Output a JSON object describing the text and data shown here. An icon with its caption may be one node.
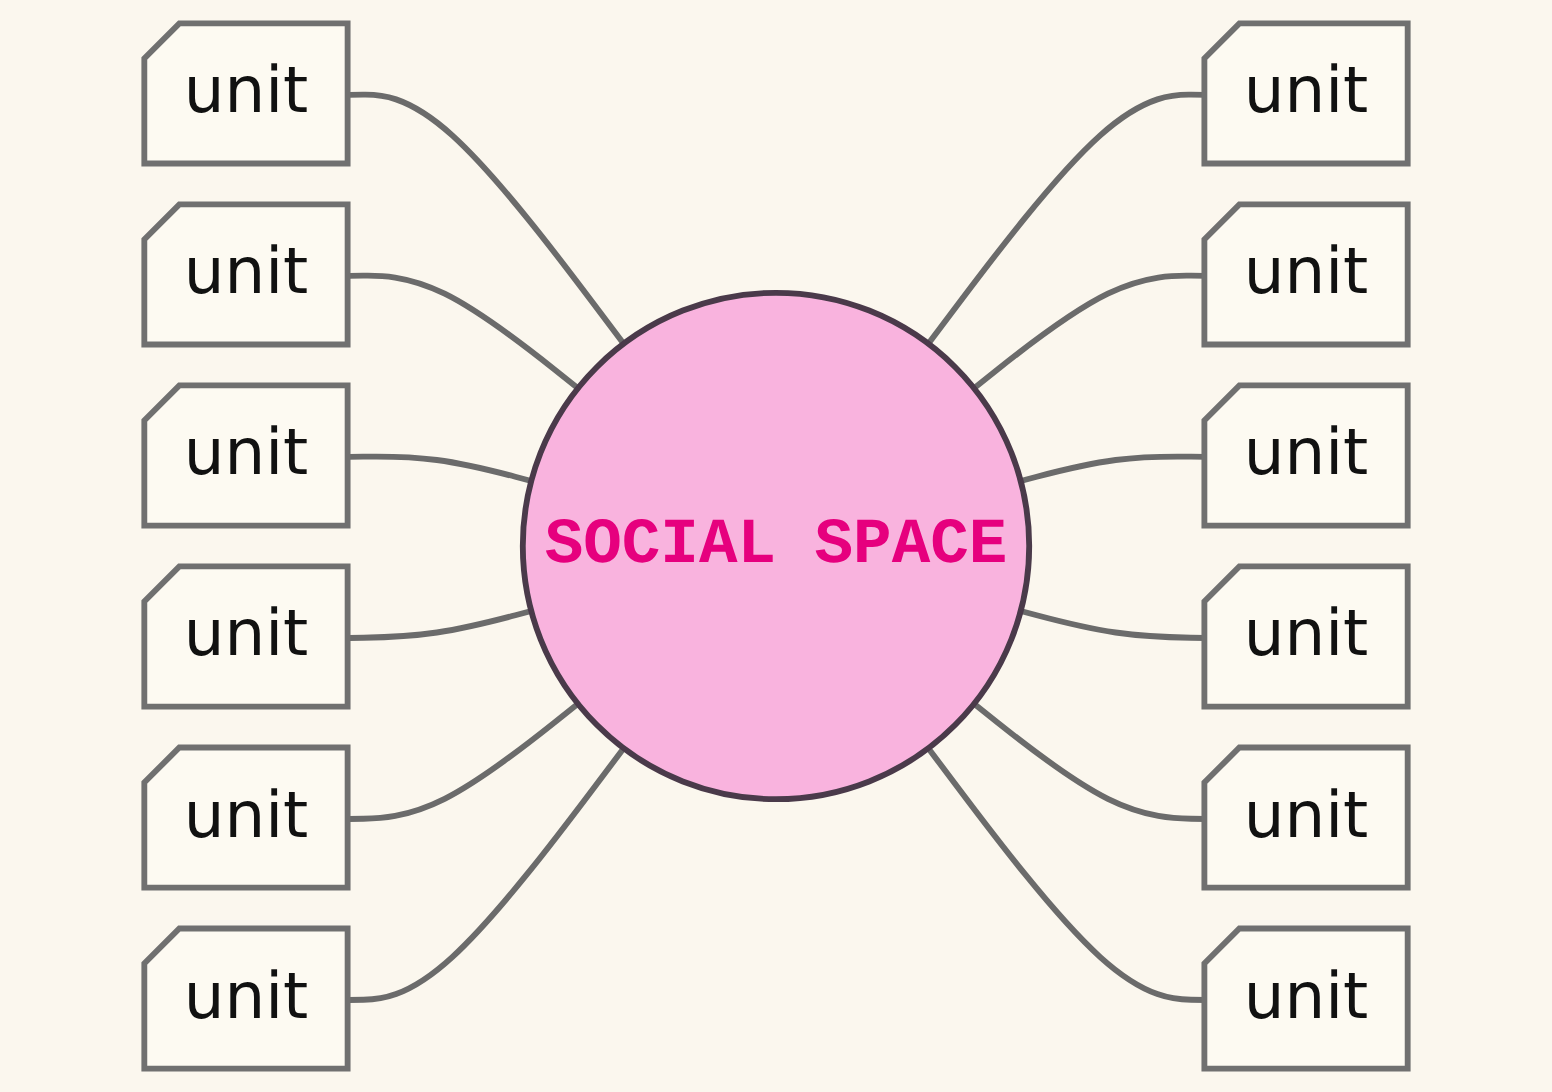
{
  "diagram": {
    "nodes": [
      {
        "text": [
          "unit"
        ]
      },
      {
        "text": [
          "unit"
        ]
      },
      {
        "text": [
          "unit"
        ]
      },
      {
        "text": [
          "unit"
        ]
      },
      {
        "text": [
          "unit"
        ]
      },
      {
        "text": [
          "SOCIAL SPACE"
        ]
      },
      {
        "text": [
          "unit"
        ]
      },
      {
        "text": [
          "unit"
        ]
      },
      {
        "text": [
          "unit"
        ]
      },
      {
        "text": [
          "unit"
        ]
      },
      {
        "text": [
          "unit"
        ]
      },
      {
        "text": [
          "unit"
        ]
      },
      {
        "text": [
          "unit"
        ]
      }
    ],
    "edges": [
      {
        "from": 0,
        "to": 5,
        "arrow": "none"
      },
      {
        "from": 1,
        "to": 5,
        "arrow": "none"
      },
      {
        "from": 3,
        "to": 5,
        "arrow": "none"
      },
      {
        "from": 6,
        "to": 5,
        "arrow": "none"
      },
      {
        "from": 8,
        "to": 5,
        "arrow": "none"
      },
      {
        "from": 11,
        "to": 5,
        "arrow": "none"
      },
      {
        "from": 5,
        "to": 2,
        "arrow": "none"
      },
      {
        "from": 5,
        "to": 4,
        "arrow": "none"
      },
      {
        "from": 5,
        "to": 7,
        "arrow": "none"
      },
      {
        "from": 5,
        "to": 9,
        "arrow": "none"
      },
      {
        "from": 5,
        "to": 10,
        "arrow": "none"
      },
      {
        "from": 5,
        "to": 12,
        "arrow": "none"
      }
    ]
  }
}
